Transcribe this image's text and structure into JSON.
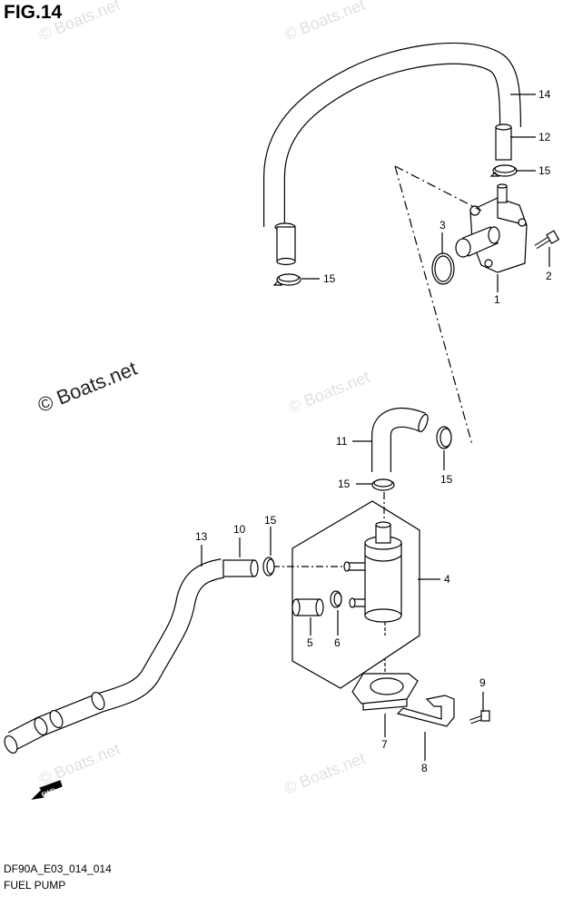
{
  "figure": {
    "title": "FIG.14",
    "code": "DF90A_E03_014_014",
    "caption": "FUEL PUMP"
  },
  "watermark": {
    "main": "© Boats.net",
    "faint": "© Boats.net"
  },
  "callouts": {
    "c1": "1",
    "c2": "2",
    "c3": "3",
    "c4": "4",
    "c5": "5",
    "c6": "6",
    "c7": "7",
    "c8": "8",
    "c9": "9",
    "c10": "10",
    "c11": "11",
    "c12": "12",
    "c13": "13",
    "c14": "14",
    "c15a": "15",
    "c15b": "15",
    "c15c": "15",
    "c15d": "15",
    "c15e": "15"
  },
  "fwd_label": "FWD"
}
